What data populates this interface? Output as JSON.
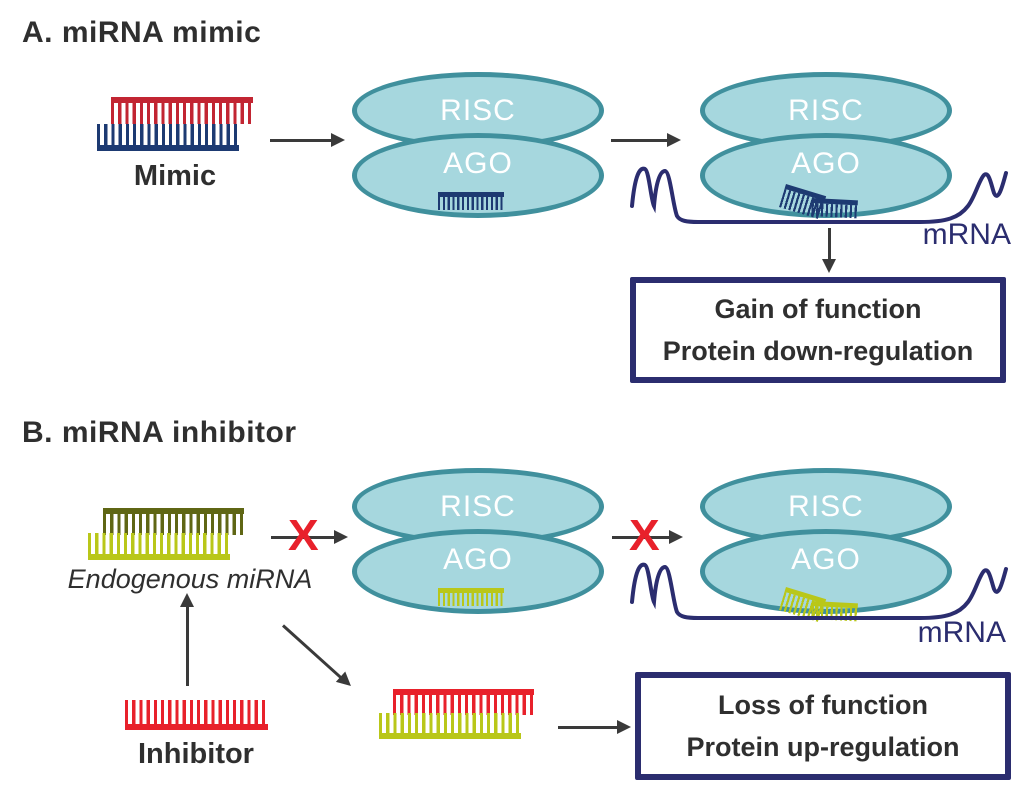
{
  "panel_a": {
    "title": "A. miRNA mimic",
    "mimic_label": "Mimic",
    "mrna_label": "mRNA",
    "outcome": {
      "line1": "Gain of function",
      "line2": "Protein down-regulation"
    }
  },
  "panel_b": {
    "title": "B. miRNA inhibitor",
    "endogenous_label": "Endogenous miRNA",
    "inhibitor_label": "Inhibitor",
    "mrna_label": "mRNA",
    "blocked_symbol": "X",
    "outcome": {
      "line1": "Loss of function",
      "line2": "Protein up-regulation"
    }
  },
  "complex": {
    "risc_label": "RISC",
    "ago_label": "AGO"
  },
  "colors": {
    "complex_fill": "#a6d7de",
    "complex_border": "#40909d",
    "navy": "#2b2d6f",
    "strand_blue": "#1d3a72",
    "strand_crimson": "#c22532",
    "bright_red": "#e8212b",
    "strand_olive": "#5f6614",
    "strand_yellow": "#b9c719",
    "arrow_color": "#3a3a3a",
    "text_color": "#2f2f2f"
  }
}
